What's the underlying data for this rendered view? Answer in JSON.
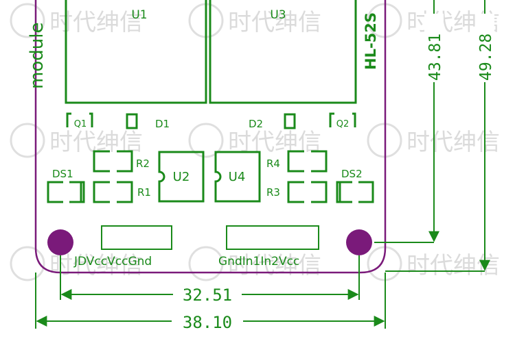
{
  "board": {
    "module_text": "module",
    "model_text": "HL-52S",
    "colors": {
      "outline": "#7a1a7a",
      "silkscreen": "#1a8a1a",
      "hole": "#7a1a7a"
    }
  },
  "components": {
    "u1": "U1",
    "u2": "U2",
    "u3": "U3",
    "u4": "U4",
    "q1": "Q1",
    "q2": "Q2",
    "d1": "D1",
    "d2": "D2",
    "r1": "R1",
    "r2": "R2",
    "r3": "R3",
    "r4": "R4",
    "ds1": "DS1",
    "ds2": "DS2"
  },
  "headers": {
    "left_label": "JDVccVccGnd",
    "right_label": "GndIn1In2Vcc"
  },
  "dimensions": {
    "hole_spacing": "32.51",
    "board_width": "38.10",
    "hole_height": "43.81",
    "board_height": "49.28"
  },
  "watermark": {
    "text": "时代绅信"
  }
}
